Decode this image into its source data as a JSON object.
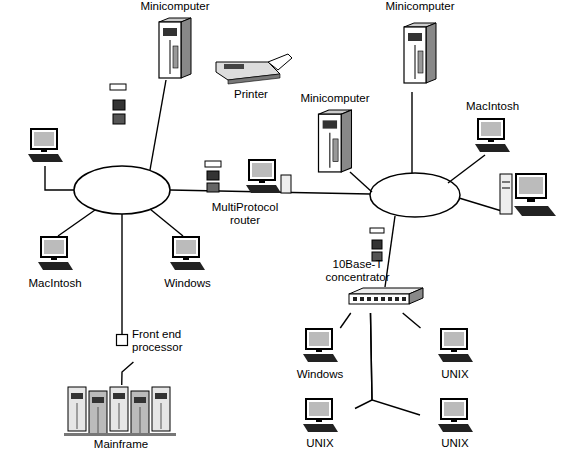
{
  "diagram": {
    "nodes": [
      {
        "text": [
          "Minicomputer"
        ]
      },
      {
        "text": [
          "Minicomputer"
        ]
      },
      {
        "text": [
          "Printer"
        ]
      },
      {
        "text": [
          "Minicomputer"
        ]
      },
      {
        "text": [
          "MacIntosh"
        ]
      },
      {
        "text": [
          "MultiProtocol router"
        ]
      },
      {
        "text": [
          "10Base-T concentrator"
        ]
      },
      {
        "text": [
          "MacIntosh"
        ]
      },
      {
        "text": [
          "Windows"
        ]
      },
      {
        "text": [
          "Front end processor"
        ]
      },
      {
        "text": [
          "Windows"
        ]
      },
      {
        "text": [
          "UNIX"
        ]
      },
      {
        "text": [
          "Mainframe"
        ]
      },
      {
        "text": [
          "UNIX"
        ]
      },
      {
        "text": [
          "UNIX"
        ]
      }
    ],
    "edges": [
      {
        "from": 9,
        "to": 12,
        "arrow": "none"
      },
      {
        "from": 6,
        "to": 10,
        "arrow": "none"
      },
      {
        "from": 6,
        "to": 11,
        "arrow": "none"
      },
      {
        "from": 6,
        "to": 13,
        "arrow": "none"
      },
      {
        "from": 6,
        "to": 14,
        "arrow": "none"
      }
    ]
  }
}
